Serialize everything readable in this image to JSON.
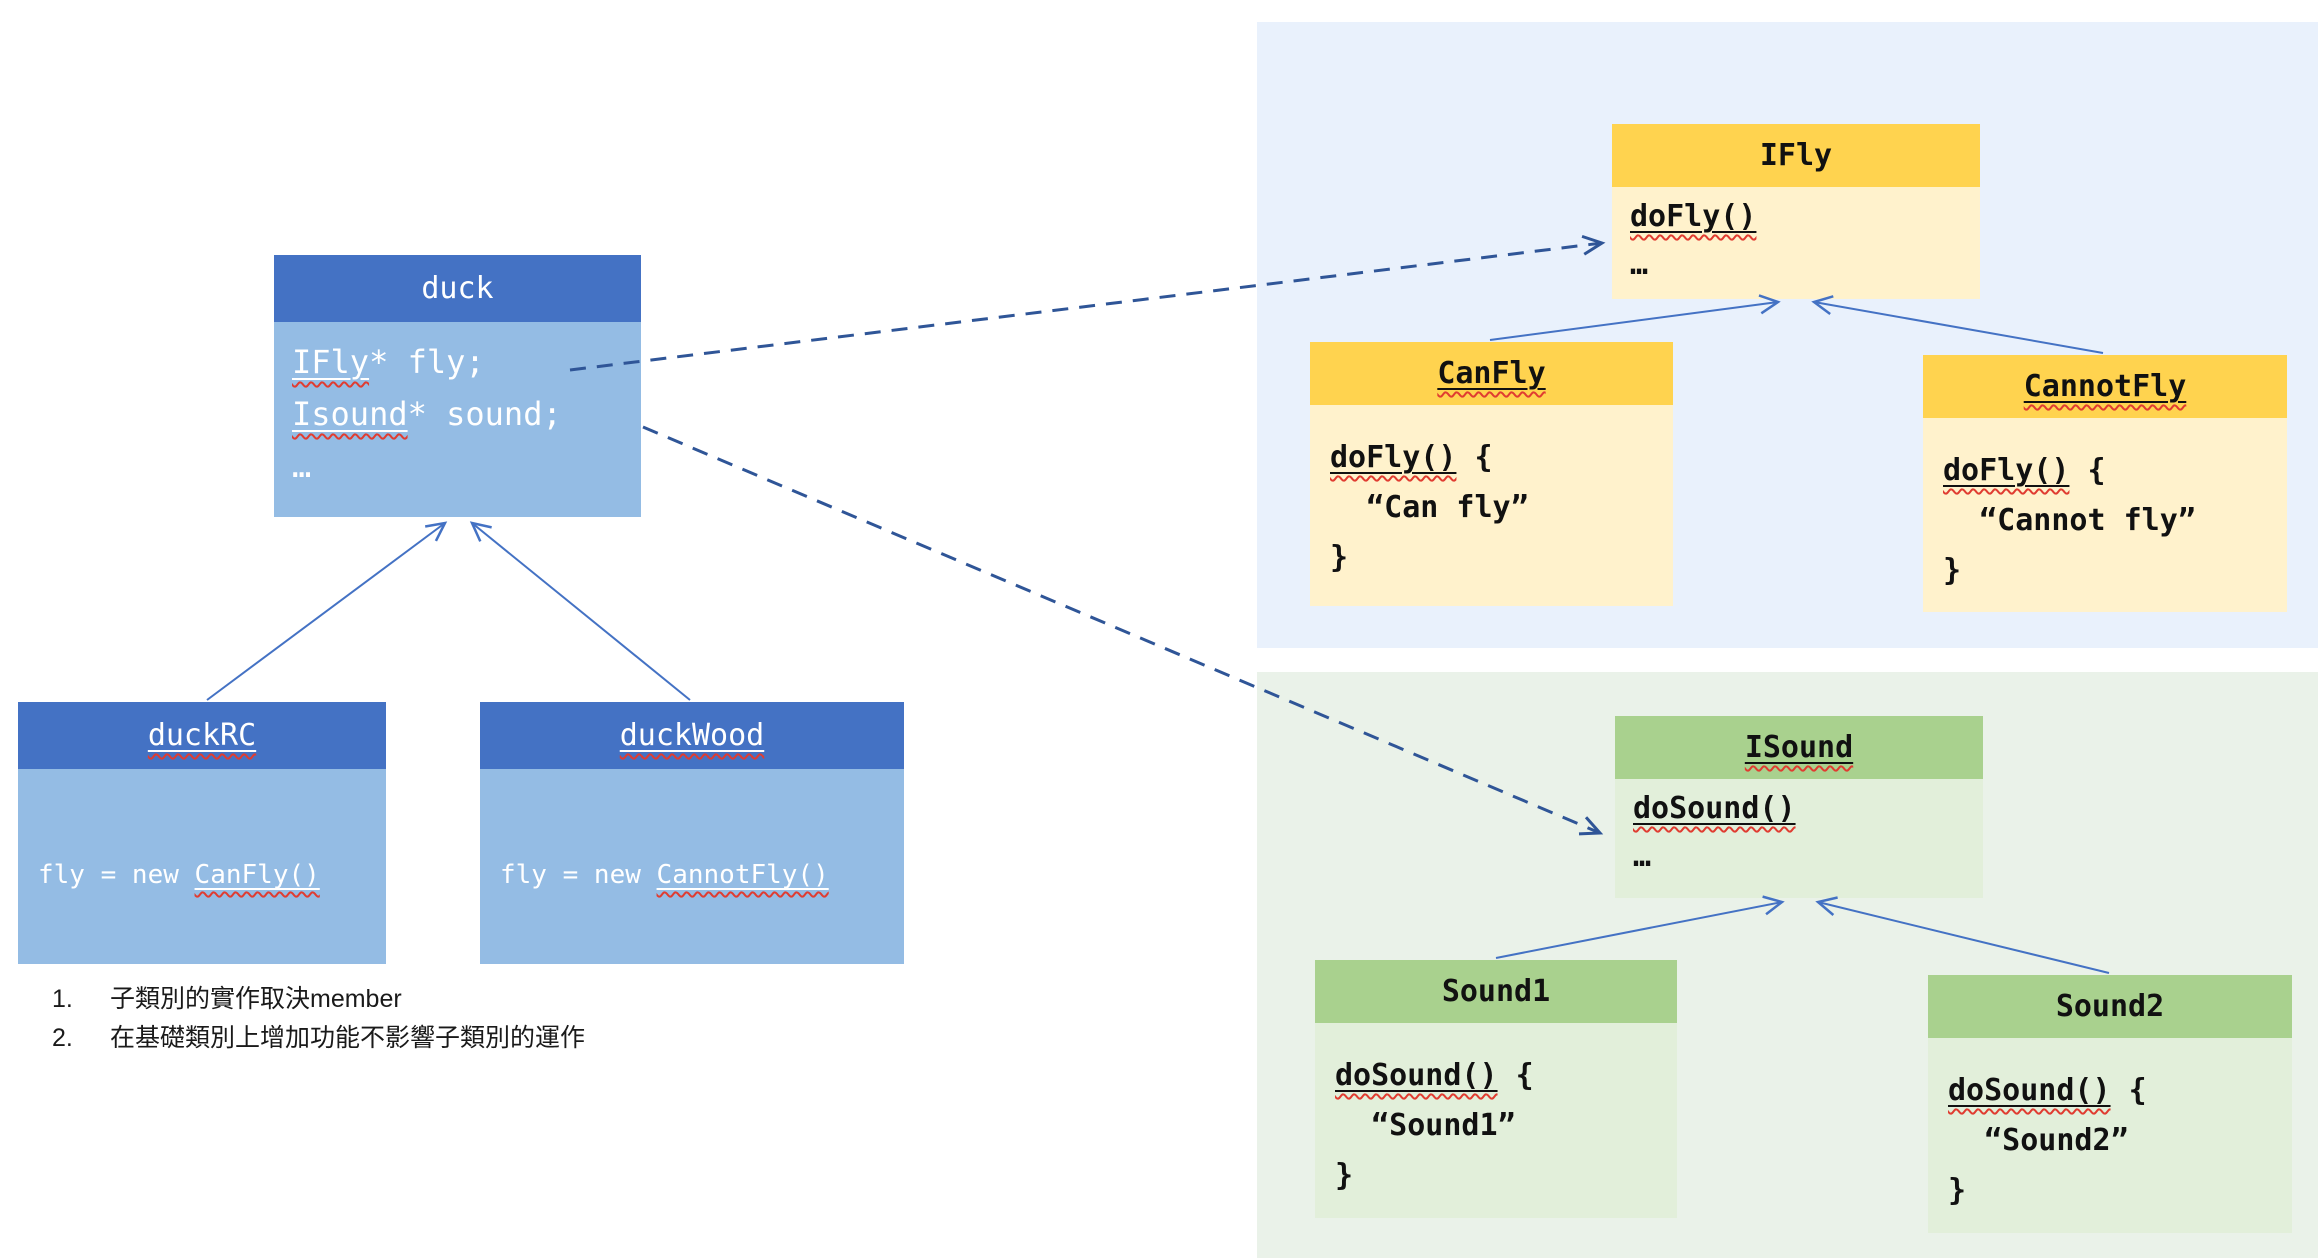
{
  "colors": {
    "blue_header": "#4472C4",
    "blue_body": "#94BCE4",
    "yellow_header": "#FFD34F",
    "yellow_body": "#FFF2CC",
    "green_header": "#A9D18E",
    "green_body": "#E2EFDA",
    "panel_blue": "#E9F1FC",
    "panel_green": "#EAF2E9",
    "arrow_solid": "#4472C4",
    "arrow_dashed": "#2F5597",
    "squiggle_red": "#E03C31"
  },
  "classes": {
    "duck": {
      "title": [
        {
          "t": "duck"
        }
      ],
      "lines": [
        [
          {
            "t": "IFly",
            "u": true
          },
          {
            "t": "* fly;"
          }
        ],
        [
          {
            "t": "Isound",
            "u": true
          },
          {
            "t": "* sound;"
          }
        ],
        [
          {
            "t": "…"
          }
        ]
      ]
    },
    "duckRC": {
      "title": [
        {
          "t": "duckRC",
          "u": true
        }
      ],
      "lines": [
        [
          {
            "t": "fly = new "
          },
          {
            "t": "CanFly()",
            "u": true
          }
        ]
      ]
    },
    "duckWood": {
      "title": [
        {
          "t": "duckWood",
          "u": true
        }
      ],
      "lines": [
        [
          {
            "t": "fly = new "
          },
          {
            "t": "CannotFly()",
            "u": true
          }
        ]
      ]
    },
    "IFly": {
      "title": [
        {
          "t": "IFly"
        }
      ],
      "lines": [
        [
          {
            "t": "doFly()",
            "u": true
          }
        ],
        [
          {
            "t": "…"
          }
        ]
      ]
    },
    "CanFly": {
      "title": [
        {
          "t": "CanFly",
          "u": true
        }
      ],
      "lines": [
        [
          {
            "t": "doFly()",
            "u": true
          },
          {
            "t": " {"
          }
        ],
        [
          {
            "t": "  “Can fly”"
          }
        ],
        [
          {
            "t": "}"
          }
        ]
      ]
    },
    "CannotFly": {
      "title": [
        {
          "t": "CannotFly",
          "u": true
        }
      ],
      "lines": [
        [
          {
            "t": "doFly()",
            "u": true
          },
          {
            "t": " {"
          }
        ],
        [
          {
            "t": "  “Cannot fly”"
          }
        ],
        [
          {
            "t": "}"
          }
        ]
      ]
    },
    "ISound": {
      "title": [
        {
          "t": "ISound",
          "u": true
        }
      ],
      "lines": [
        [
          {
            "t": "doSound()",
            "u": true
          }
        ],
        [
          {
            "t": "…"
          }
        ]
      ]
    },
    "Sound1": {
      "title": [
        {
          "t": "Sound1"
        }
      ],
      "lines": [
        [
          {
            "t": "doSound()",
            "u": true
          },
          {
            "t": " {"
          }
        ],
        [
          {
            "t": "  “Sound1”"
          }
        ],
        [
          {
            "t": "}"
          }
        ]
      ]
    },
    "Sound2": {
      "title": [
        {
          "t": "Sound2"
        }
      ],
      "lines": [
        [
          {
            "t": "doSound()",
            "u": true
          },
          {
            "t": " {"
          }
        ],
        [
          {
            "t": "  “Sound2”"
          }
        ],
        [
          {
            "t": "}"
          }
        ]
      ]
    }
  },
  "notes": {
    "items": [
      {
        "num": "1.",
        "text": "子類別的實作取決member"
      },
      {
        "num": "2.",
        "text": "在基礎類別上增加功能不影響子類別的運作"
      }
    ]
  }
}
